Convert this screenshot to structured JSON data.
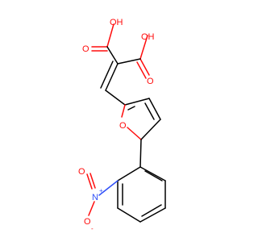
{
  "molecule": {
    "labels": {
      "oh_top": "OH",
      "o_carbonyl_left": "O",
      "oh_right": "OH",
      "o_carbonyl_right": "O",
      "o_furan": "O",
      "n_nitro": "N",
      "n_charge": "+",
      "o_nitro_top": "O",
      "o_nitro_bottom": "O",
      "o_nitro_charge": "-"
    },
    "colors": {
      "carbon_bond": "#000000",
      "oxygen": "#ff0d0d",
      "nitrogen": "#3050f8"
    }
  }
}
